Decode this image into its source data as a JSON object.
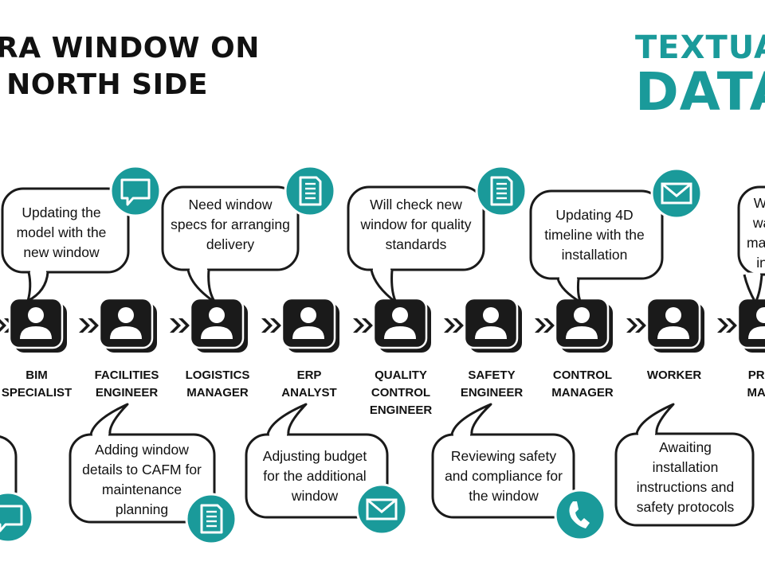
{
  "header": {
    "title_lines": [
      "TRA WINDOW ON",
      "E NORTH SIDE"
    ],
    "brand_top": "TEXTUAL",
    "brand_bottom": "DATA"
  },
  "colors": {
    "accent": "#1a9a9a",
    "node": "#1a1a1a",
    "text": "#111111"
  },
  "roles": [
    {
      "lines": [
        "BIM",
        "SPECIALIST"
      ]
    },
    {
      "lines": [
        "FACILITIES",
        "ENGINEER"
      ]
    },
    {
      "lines": [
        "LOGISTICS",
        "MANAGER"
      ]
    },
    {
      "lines": [
        "ERP",
        "ANALYST"
      ]
    },
    {
      "lines": [
        "QUALITY",
        "CONTROL",
        "ENGINEER"
      ]
    },
    {
      "lines": [
        "SAFETY",
        "ENGINEER"
      ]
    },
    {
      "lines": [
        "CONTROL",
        "MANAGER"
      ]
    },
    {
      "lines": [
        "WORKER"
      ]
    },
    {
      "lines": [
        "PROP",
        "MANA"
      ]
    }
  ],
  "top_messages": [
    {
      "lines": [
        "Updating the",
        "model with the",
        "new window"
      ],
      "icon": "chat-icon"
    },
    {
      "lines": [
        "Need window",
        "specs for arranging",
        "delivery"
      ],
      "icon": "document-icon"
    },
    {
      "lines": [
        "Will check new",
        "window for quality",
        "standards"
      ],
      "icon": "document-icon"
    },
    {
      "lines": [
        "Updating 4D",
        "timeline with the",
        "installation"
      ],
      "icon": "envelope-icon"
    },
    {
      "lines": [
        "Wi",
        "wa",
        "main",
        "in"
      ],
      "icon": ""
    }
  ],
  "bottom_messages": [
    {
      "lines": [
        ""
      ],
      "icon": "chat-icon"
    },
    {
      "lines": [
        "Adding window",
        "details to CAFM for",
        "maintenance",
        "planning"
      ],
      "icon": "document-icon"
    },
    {
      "lines": [
        "Adjusting budget",
        "for the additional",
        "window"
      ],
      "icon": "envelope-icon"
    },
    {
      "lines": [
        "Reviewing safety",
        "and compliance for",
        "the window"
      ],
      "icon": "phone-icon"
    },
    {
      "lines": [
        "Awaiting",
        "installation",
        "instructions and",
        "safety protocols"
      ],
      "icon": ""
    }
  ]
}
